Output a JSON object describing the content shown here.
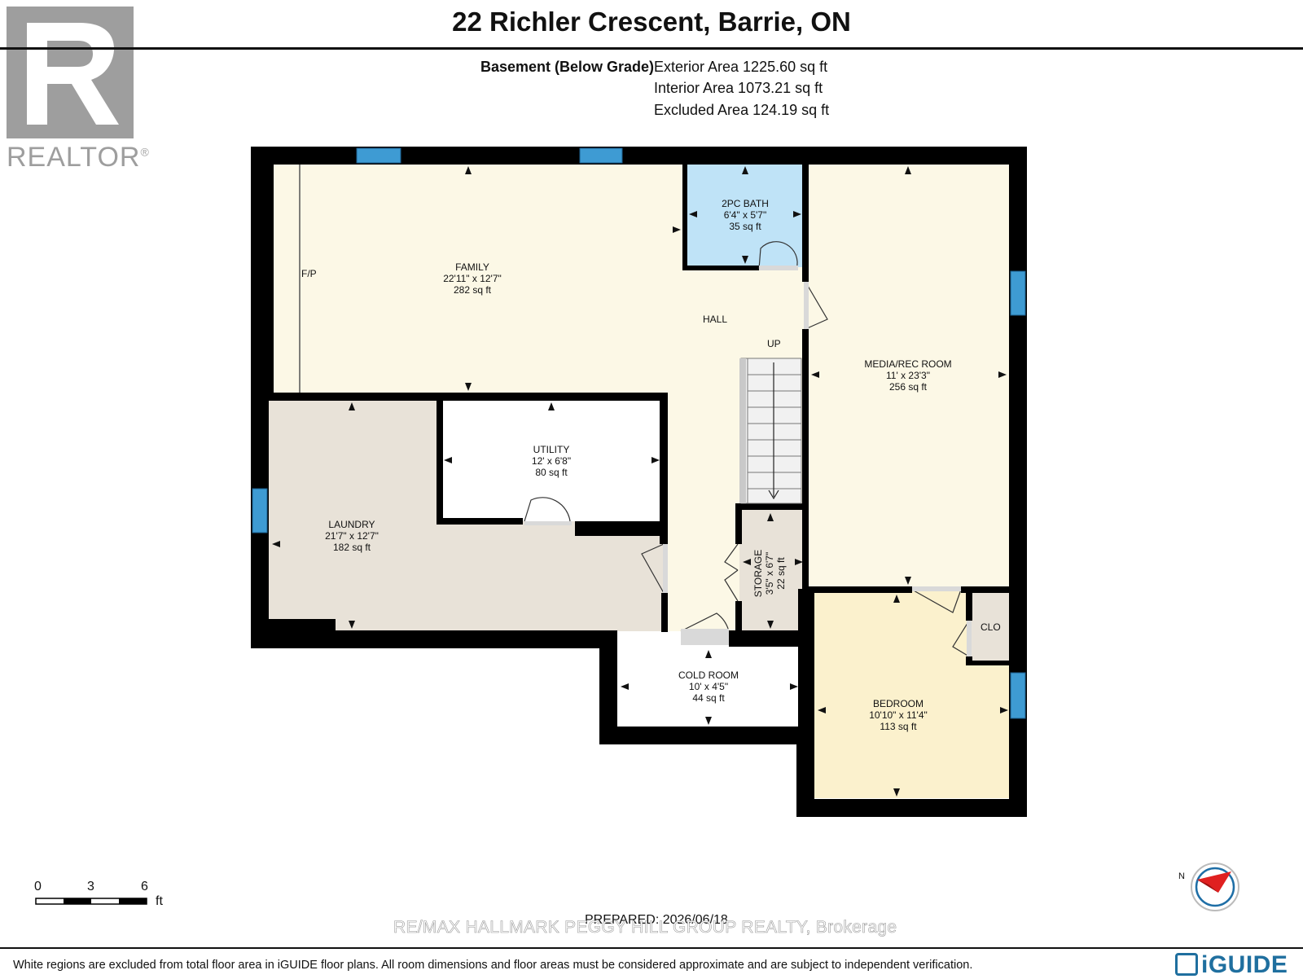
{
  "title": "22 Richler Crescent, Barrie, ON",
  "level": {
    "name": "Basement (Below Grade)",
    "exterior_area": "Exterior Area 1225.60 sq ft",
    "interior_area": "Interior Area 1073.21 sq ft",
    "excluded_area": "Excluded Area 124.19 sq ft"
  },
  "logo": {
    "text": "REALTOR",
    "mark": "®"
  },
  "rooms": {
    "family": {
      "name": "FAMILY",
      "dims": "22'11\" x 12'7\"",
      "area": "282 sq ft"
    },
    "bath": {
      "name": "2PC BATH",
      "dims": "6'4\" x 5'7\"",
      "area": "35 sq ft"
    },
    "media": {
      "name": "MEDIA/REC ROOM",
      "dims": "11' x 23'3\"",
      "area": "256 sq ft"
    },
    "utility": {
      "name": "UTILITY",
      "dims": "12' x 6'8\"",
      "area": "80 sq ft"
    },
    "laundry": {
      "name": "LAUNDRY",
      "dims": "21'7\" x 12'7\"",
      "area": "182 sq ft"
    },
    "storage": {
      "name": "STORAGE",
      "dims": "3'5\" x 6'7\"",
      "area": "22 sq ft"
    },
    "cold": {
      "name": "COLD ROOM",
      "dims": "10' x 4'5\"",
      "area": "44 sq ft"
    },
    "bedroom": {
      "name": "BEDROOM",
      "dims": "10'10\" x 11'4\"",
      "area": "113 sq ft"
    }
  },
  "labels": {
    "fp": "F/P",
    "hall": "HALL",
    "up": "UP",
    "clo": "CLO"
  },
  "scale": {
    "zero": "0",
    "three": "3",
    "six": "6",
    "unit": "ft"
  },
  "compass": {
    "north": "N"
  },
  "prepared": "PREPARED: 2026/06/18",
  "brokerage": "RE/MAX HALLMARK PEGGY HILL GROUP REALTY, Brokerage",
  "disclaimer": "White regions are excluded from total floor area in iGUIDE floor plans. All room dimensions and floor areas must be considered approximate and are subject to independent verification.",
  "brand": "iGUIDE",
  "colors": {
    "wall": "#000000",
    "family_floor": "#fcf8e6",
    "bath_floor": "#bfe3f7",
    "laundry_floor": "#e8e2d8",
    "bedroom_floor": "#fbf1cd",
    "window": "#3e9bd3"
  }
}
